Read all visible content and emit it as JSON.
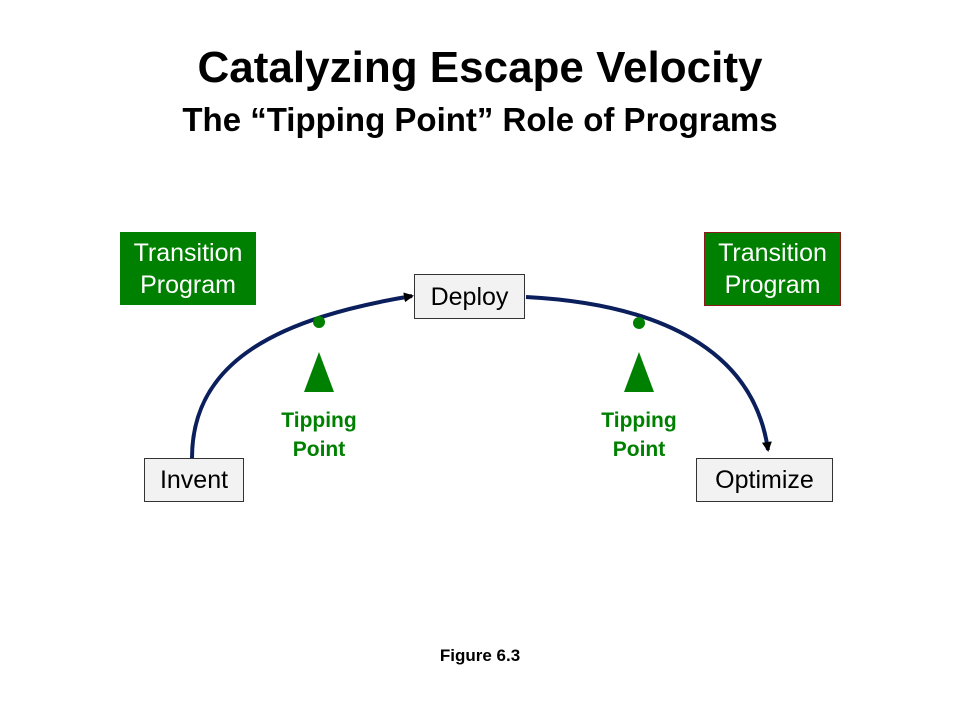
{
  "title": "Catalyzing Escape Velocity",
  "subtitle": "The “Tipping Point” Role of Programs",
  "stages": {
    "invent": "Invent",
    "deploy": "Deploy",
    "optimize": "Optimize"
  },
  "programs": {
    "left": {
      "line1": "Transition",
      "line2": "Program"
    },
    "right": {
      "line1": "Transition",
      "line2": "Program"
    }
  },
  "tipping_points": {
    "left": {
      "line1": "Tipping",
      "line2": "Point"
    },
    "right": {
      "line1": "Tipping",
      "line2": "Point"
    }
  },
  "caption": "Figure 6.3",
  "colors": {
    "arc": "#0a1f5c",
    "green": "#008000",
    "box_fill": "#f2f2f2"
  }
}
